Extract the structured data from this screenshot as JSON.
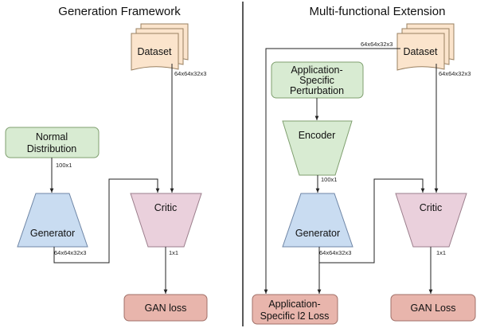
{
  "titles": {
    "left": "Generation Framework",
    "right": "Multi-functional Extension"
  },
  "colors": {
    "dataset_fill": "#fbe4cc",
    "dataset_stroke": "#9a8060",
    "green_fill": "#d8ebd2",
    "green_stroke": "#7f9f6f",
    "blue_fill": "#c9dcf1",
    "blue_stroke": "#6f86a6",
    "pink_fill": "#ead0dc",
    "pink_stroke": "#9b7e8c",
    "loss_fill": "#e8b5ac",
    "loss_stroke": "#a07068",
    "divider": "#222222"
  },
  "left": {
    "dataset": "Dataset",
    "dataset_dim": "64x64x32x3",
    "normal_line1": "Normal",
    "normal_line2": "Distribution",
    "normal_dim": "100x1",
    "generator": "Generator",
    "generator_dim": "64x64x32x3",
    "critic": "Critic",
    "critic_dim": "1x1",
    "gan_loss": "GAN loss"
  },
  "right": {
    "dataset": "Dataset",
    "dataset_dim": "64x64x32x3",
    "dataset_top_dim": "64x64x32x3",
    "perturb_line1": "Application-",
    "perturb_line2": "Specific",
    "perturb_line3": "Perturbation",
    "encoder": "Encoder",
    "encoder_dim": "100x1",
    "generator": "Generator",
    "generator_dim": "64x64x32x3",
    "critic": "Critic",
    "critic_dim": "1x1",
    "l2_line1": "Application-",
    "l2_line2": "Specific l2 Loss",
    "gan_loss": "GAN Loss"
  }
}
